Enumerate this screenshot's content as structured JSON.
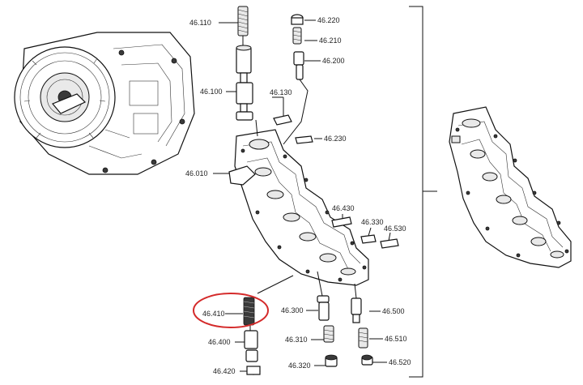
{
  "callouts": {
    "p46_110": "46.110",
    "p46_100": "46.100",
    "p46_130": "46.130",
    "p46_220": "46.220",
    "p46_210": "46.210",
    "p46_200": "46.200",
    "p46_230": "46.230",
    "p46_010": "46.010",
    "p46_430": "46.430",
    "p46_330": "46.330",
    "p46_530": "46.530",
    "p46_410": "46.410",
    "p46_400": "46.400",
    "p46_420": "46.420",
    "p46_300": "46.300",
    "p46_310": "46.310",
    "p46_320": "46.320",
    "p46_500": "46.500",
    "p46_510": "46.510",
    "p46_520": "46.520"
  },
  "highlight": {
    "target": "46.410",
    "color": "#d42a2a"
  }
}
